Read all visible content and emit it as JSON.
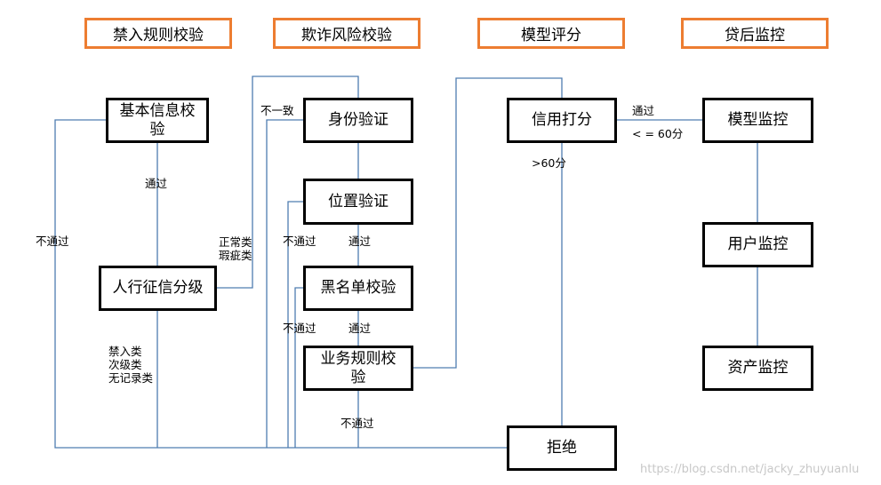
{
  "headers": [
    "禁入规则校验",
    "欺诈风险校验",
    "模型评分",
    "贷后监控"
  ],
  "nodes": {
    "basic_info": "基本信息校验",
    "pboc_grade": "人行征信分级",
    "identity": "身份验证",
    "location": "位置验证",
    "blacklist": "黑名单校验",
    "business_rule": "业务规则校验",
    "credit_score": "信用打分",
    "reject": "拒绝",
    "model_monitor": "模型监控",
    "user_monitor": "用户监控",
    "asset_monitor": "资产监控"
  },
  "labels": {
    "pass_basic": "通过",
    "fail_basic": "不通过",
    "normal_flaw": "正常类\n瑕疵类",
    "banned_sub": "禁入类\n次级类\n无记录类",
    "inconsistent": "不一致",
    "fail_location": "不通过",
    "pass_location": "通过",
    "fail_blacklist": "不通过",
    "pass_blacklist": "通过",
    "fail_business": "不通过",
    "gt60": ">60分",
    "pass_credit": "通过",
    "le60": "< = 60分"
  },
  "watermark": "https://blog.csdn.net/jacky_zhuyuanlu",
  "colors": {
    "header_border": "#ED7D31",
    "connector": "#4F7DB0",
    "node_border": "#000000"
  }
}
